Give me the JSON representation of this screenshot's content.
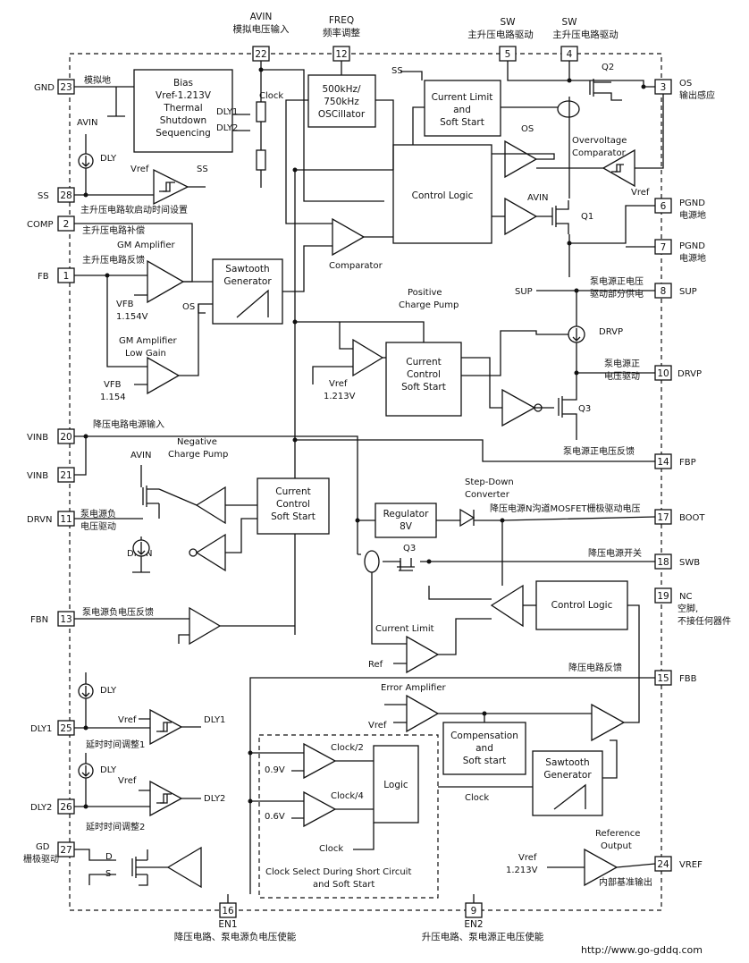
{
  "pins": {
    "p22": {
      "num": "22",
      "name": "AVIN",
      "desc": "模拟电压输入"
    },
    "p12": {
      "num": "12",
      "name": "FREQ",
      "desc": "频率调整"
    },
    "p5": {
      "num": "5",
      "name": "SW",
      "desc": "主升压电路驱动"
    },
    "p4": {
      "num": "4",
      "name": "SW",
      "desc": "主升压电路驱动"
    },
    "p23": {
      "num": "23",
      "name": "GND",
      "desc": "模拟地"
    },
    "p3": {
      "num": "3",
      "name": "OS",
      "desc": "输出感应"
    },
    "p28": {
      "num": "28",
      "name": "SS",
      "desc": "主升压电路软启动时间设置"
    },
    "p2": {
      "num": "2",
      "name": "COMP",
      "desc": "主升压电路补偿"
    },
    "p1": {
      "num": "1",
      "name": "FB",
      "desc": "主升压电路反馈"
    },
    "p6": {
      "num": "6",
      "name": "PGND",
      "desc": "电源地"
    },
    "p7": {
      "num": "7",
      "name": "PGND",
      "desc": "电源地"
    },
    "p8": {
      "num": "8",
      "name": "SUP",
      "desc1": "泵电源正电压",
      "desc2": "驱动部分供电"
    },
    "p10": {
      "num": "10",
      "name": "DRVP",
      "desc1": "泵电源正",
      "desc2": "电压驱动"
    },
    "p20": {
      "num": "20",
      "name": "VINB",
      "desc": "降压电路电源输入"
    },
    "p21": {
      "num": "21",
      "name": "VINB"
    },
    "p14": {
      "num": "14",
      "name": "FBP",
      "desc": "泵电源正电压反馈"
    },
    "p11": {
      "num": "11",
      "name": "DRVN",
      "desc1": "泵电源负",
      "desc2": "电压驱动"
    },
    "p17": {
      "num": "17",
      "name": "BOOT",
      "desc": "降压电源N沟道MOSFET栅极驱动电压"
    },
    "p18": {
      "num": "18",
      "name": "SWB",
      "desc": "降压电源开关"
    },
    "p19": {
      "num": "19",
      "name": "NC",
      "desc1": "空脚,",
      "desc2": "不接任何器件"
    },
    "p13": {
      "num": "13",
      "name": "FBN",
      "desc": "泵电源负电压反馈"
    },
    "p15": {
      "num": "15",
      "name": "FBB",
      "desc": "降压电路反馈"
    },
    "p25": {
      "num": "25",
      "name": "DLY1",
      "desc": "延时时间调整1"
    },
    "p26": {
      "num": "26",
      "name": "DLY2",
      "desc": "延时时间调整2"
    },
    "p27": {
      "num": "27",
      "name": "GD",
      "desc": "栅极驱动"
    },
    "p24": {
      "num": "24",
      "name": "VREF",
      "desc": "内部基准输出"
    },
    "p16": {
      "num": "16",
      "name": "EN1",
      "desc": "降压电路、泵电源负电压使能"
    },
    "p9": {
      "num": "9",
      "name": "EN2",
      "desc": "升压电路、泵电源正电压使能"
    }
  },
  "blocks": {
    "bias": [
      "Bias",
      "Vref-1.213V",
      "Thermal",
      "Shutdown",
      "Sequencing"
    ],
    "osc": [
      "500kHz/",
      "750kHz",
      "OSCillator"
    ],
    "current_limit_top": [
      "Current Limit",
      "and",
      "Soft Start"
    ],
    "control_logic_top": "Control Logic",
    "sawtooth_top": [
      "Sawtooth",
      "Generator"
    ],
    "cc_ss_pos": [
      "Current",
      "Control",
      "Soft Start"
    ],
    "cc_ss_neg": [
      "Current",
      "Control",
      "Soft Start"
    ],
    "regulator": [
      "Regulator",
      "8V"
    ],
    "control_logic_bot": "Control Logic",
    "compensation": [
      "Compensation",
      "and",
      "Soft start"
    ],
    "sawtooth_bot": [
      "Sawtooth",
      "Generator"
    ],
    "logic": "Logic"
  },
  "labels": {
    "clock": "Clock",
    "dly1": "DLY1",
    "dly2": "DLY2",
    "ss": "SS",
    "os": "OS",
    "avin": "AVIN",
    "q1": "Q1",
    "q2": "Q2",
    "q3_top": "Q3",
    "q3_bot": "Q3",
    "overvoltage": [
      "Overvoltage",
      "Comparator"
    ],
    "vref": "Vref",
    "comparator": "Comparator",
    "gm_amp": "GM Amplifier",
    "gm_amp_low": [
      "GM Amplifier",
      "Low Gain"
    ],
    "vfb1": [
      "VFB",
      "1.154V"
    ],
    "vfb2": [
      "VFB",
      "1.154"
    ],
    "positive_cp": [
      "Positive",
      "Charge Pump"
    ],
    "negative_cp": [
      "Negative",
      "Charge Pump"
    ],
    "vref_1213": [
      "Vref",
      "1.213V"
    ],
    "drvp": "DRVP",
    "drvn": "DRVN",
    "step_down": [
      "Step-Down",
      "Converter"
    ],
    "current_limit": "Current Limit",
    "ref": "Ref",
    "error_amp": "Error Amplifier",
    "clock2": "Clock/2",
    "clock4": "Clock/4",
    "v09": "0.9V",
    "v06": "0.6V",
    "clock_select": [
      "Clock Select During Short Circuit",
      "and Soft Start"
    ],
    "dly": "DLY",
    "d": "D",
    "s": "S",
    "ref_output": [
      "Reference",
      "Output"
    ],
    "vref_out": [
      "Vref",
      "1.213V"
    ],
    "watermark": "http://www.go-gddq.com"
  }
}
